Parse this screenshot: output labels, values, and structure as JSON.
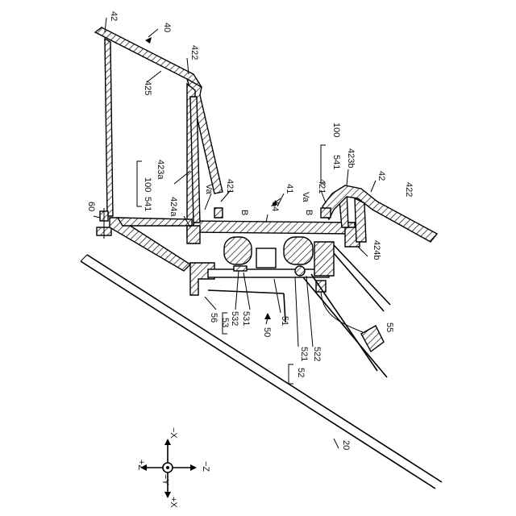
{
  "labels": {
    "l42_top": "42",
    "l40": "40",
    "l422_top": "422",
    "l425": "425",
    "l423a": "423a",
    "l100_left": "100",
    "l541_left": "541",
    "lVa_left": "Va",
    "l421_left": "421",
    "l41": "41",
    "l54": "54",
    "lB_left": "B",
    "lB_right": "B",
    "lVa_right": "Va",
    "l421_right": "421",
    "l541_right": "541",
    "l423b": "423b",
    "l100_right": "100",
    "l42_right": "42",
    "l422_right": "422",
    "l60": "60",
    "l424a": "424a",
    "l424b": "424b",
    "l56": "56",
    "l532": "532",
    "l531": "531",
    "l53": "53",
    "l50": "50",
    "l51": "51",
    "l521": "521",
    "l522": "522",
    "l52": "52",
    "l55": "55",
    "l20": "20"
  },
  "axes": {
    "neg_x": "−X",
    "pos_x": "+X",
    "pos_z": "+Z",
    "neg_z": "−Z",
    "neg_y": "−Y"
  }
}
